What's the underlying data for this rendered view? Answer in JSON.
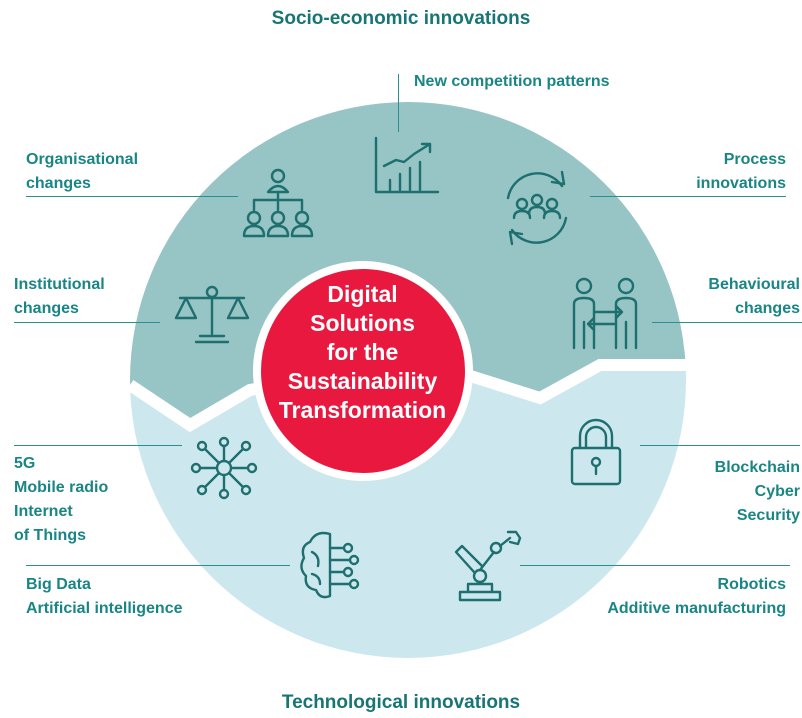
{
  "headings": {
    "top": "Socio-economic innovations",
    "bottom": "Technological innovations"
  },
  "center": "Digital\nSolutions\nfor the\nSustainability\nTransformation",
  "labels": {
    "new_competition": "New competition patterns",
    "organisational": "Organisational\nchanges",
    "process": "Process\ninnovations",
    "institutional": "Institutional\nchanges",
    "behavioural": "Behavioural\nchanges",
    "mobile": "5G\nMobile radio\nInternet\nof Things",
    "blockchain": "Blockchain\nCyber\nSecurity",
    "bigdata": "Big Data\nArtificial intelligence",
    "robotics": "Robotics\nAdditive manufacturing"
  },
  "colors": {
    "upper_segment": "#97c4c4",
    "lower_segment": "#cde7ee",
    "center_circle": "#e8183e",
    "text": "#1a8585"
  },
  "icons": {
    "chart": "growth-chart-icon",
    "hierarchy": "org-hierarchy-icon",
    "cycle": "people-cycle-icon",
    "scales": "scales-icon",
    "exchange": "people-exchange-icon",
    "network": "network-hub-icon",
    "lock": "padlock-icon",
    "brain": "ai-brain-icon",
    "robot": "robot-arm-icon"
  }
}
